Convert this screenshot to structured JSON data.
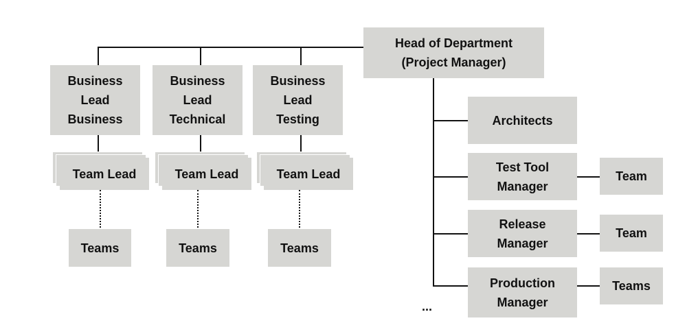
{
  "colors": {
    "box_fill": "#d6d6d3",
    "box_text": "#111111",
    "line": "#111111",
    "background": "#ffffff"
  },
  "head": {
    "line1": "Head of Department",
    "line2": "(Project Manager)"
  },
  "business_leads": [
    {
      "line1": "Business",
      "line2": "Lead",
      "line3": "Business",
      "team_lead": "Team Lead",
      "teams": "Teams"
    },
    {
      "line1": "Business",
      "line2": "Lead",
      "line3": "Technical",
      "team_lead": "Team Lead",
      "teams": "Teams"
    },
    {
      "line1": "Business",
      "line2": "Lead",
      "line3": "Testing",
      "team_lead": "Team Lead",
      "teams": "Teams"
    }
  ],
  "managers": [
    {
      "line1": "Architects",
      "line2": "",
      "team": ""
    },
    {
      "line1": "Test Tool",
      "line2": "Manager",
      "team": "Team"
    },
    {
      "line1": "Release",
      "line2": "Manager",
      "team": "Team"
    },
    {
      "line1": "Production",
      "line2": "Manager",
      "team": "Teams"
    }
  ],
  "continuation": "..."
}
